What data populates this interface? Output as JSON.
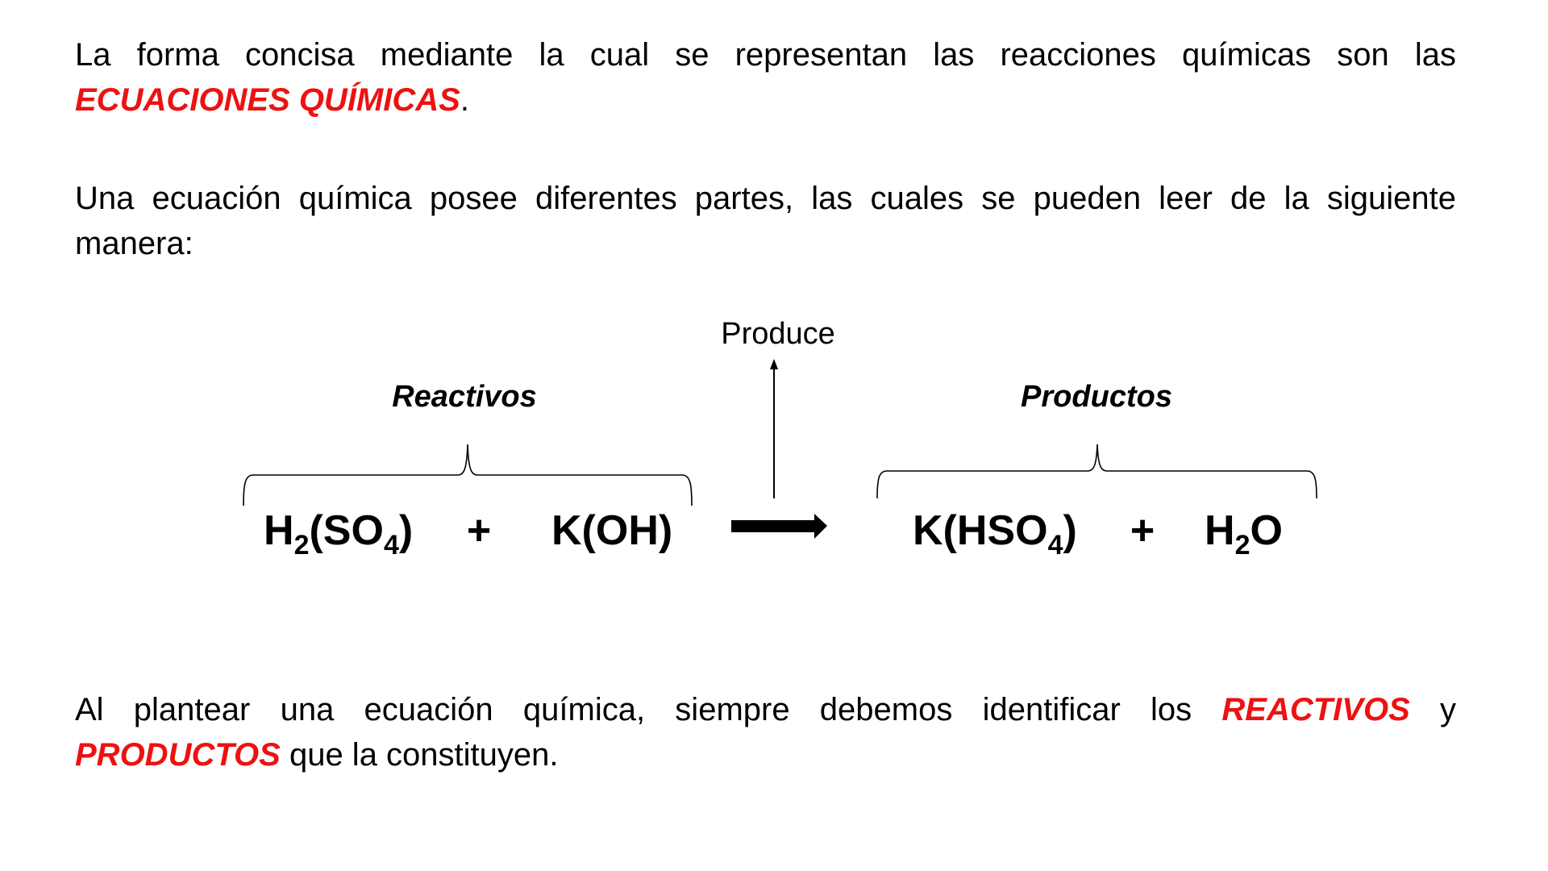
{
  "paragraph1": {
    "line1": "La forma concisa mediante la cual se representan las reacciones químicas son las",
    "highlight": "ECUACIONES QUÍMICAS",
    "after_highlight": "."
  },
  "paragraph2": {
    "line1": "Una ecuación química posee diferentes partes, las cuales se pueden leer de la siguiente",
    "line2": "manera:"
  },
  "diagram": {
    "produce_label": "Produce",
    "reactants_label": "Reactivos",
    "products_label": "Productos",
    "reactants": [
      {
        "base": "H",
        "sub": "2",
        "rest": "(SO",
        "sub2": "4",
        "tail": ")"
      },
      {
        "text": "K(OH)"
      }
    ],
    "products": [
      {
        "pre": "K(HSO",
        "sub": "4",
        "tail": ")"
      },
      {
        "base": "H",
        "sub": "2",
        "tail": "O"
      }
    ],
    "plus": "+",
    "colors": {
      "ink": "#000000",
      "highlight": "#ee1111"
    }
  },
  "paragraph3": {
    "line1_start": "Al plantear una ecuación química, siempre debemos identificar los",
    "highlight1": "REACTIVOS",
    "line1_end": "y",
    "highlight2": "PRODUCTOS",
    "line2_rest": " que la constituyen."
  }
}
